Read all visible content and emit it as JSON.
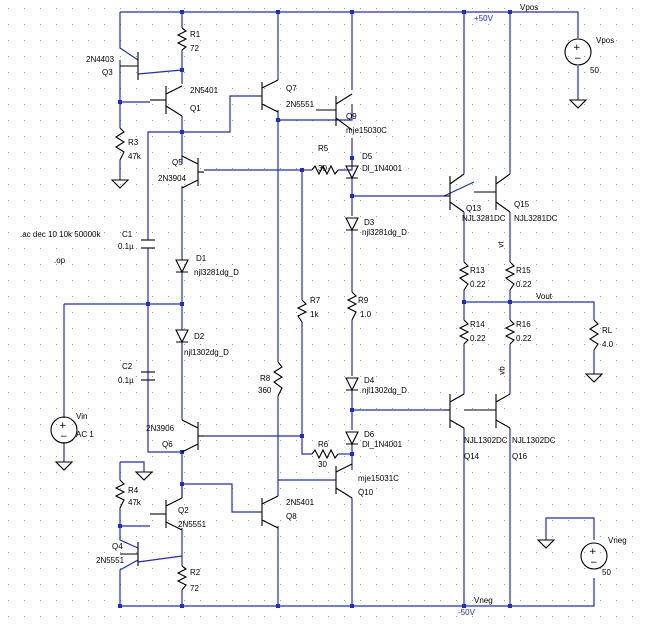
{
  "directives": {
    "ac": ".ac dec 10 10k 50000k",
    "op": ".op"
  },
  "supplies": {
    "vpos": {
      "net": "Vpos",
      "name": "Vpos",
      "value": "50",
      "rail": "+50V"
    },
    "vneg": {
      "net": "Vneg",
      "name": "Vneg",
      "value": "50",
      "rail": "-50V"
    },
    "vin": {
      "name": "Vin",
      "value": "AC 1"
    }
  },
  "nets": {
    "vout": "Vout",
    "vt": "vt",
    "vb": "vb"
  },
  "transistors": {
    "q1": {
      "ref": "Q1",
      "model": "2N5401"
    },
    "q2": {
      "ref": "Q2",
      "model": "2N5551"
    },
    "q3": {
      "ref": "Q3",
      "model": "2N4403"
    },
    "q4": {
      "ref": "Q4",
      "model": "2N5551"
    },
    "q5": {
      "ref": "Q5",
      "model": "2N3904"
    },
    "q6": {
      "ref": "Q6",
      "model": "2N3906"
    },
    "q7": {
      "ref": "Q7",
      "model": "2N5551"
    },
    "q8": {
      "ref": "Q8",
      "model": "2N5401"
    },
    "q9": {
      "ref": "Q9",
      "model": "mje15030C"
    },
    "q10": {
      "ref": "Q10",
      "model": "mje15031C"
    },
    "q13": {
      "ref": "Q13",
      "model": "NJL3281DC"
    },
    "q14": {
      "ref": "Q14",
      "model": "NJL1302DC"
    },
    "q15": {
      "ref": "Q15",
      "model": "NJL3281DC"
    },
    "q16": {
      "ref": "Q16",
      "model": "NJL1302DC"
    }
  },
  "resistors": {
    "r1": {
      "ref": "R1",
      "value": "72"
    },
    "r2": {
      "ref": "R2",
      "value": "72"
    },
    "r3": {
      "ref": "R3",
      "value": "47k"
    },
    "r4": {
      "ref": "R4",
      "value": "47k"
    },
    "r5": {
      "ref": "R5",
      "value": "30"
    },
    "r6": {
      "ref": "R6",
      "value": "30"
    },
    "r7": {
      "ref": "R7",
      "value": "1k"
    },
    "r8": {
      "ref": "R8",
      "value": "360"
    },
    "r9": {
      "ref": "R9",
      "value": "1.0"
    },
    "r13": {
      "ref": "R13",
      "value": "0.22"
    },
    "r14": {
      "ref": "R14",
      "value": "0.22"
    },
    "r15": {
      "ref": "R15",
      "value": "0.22"
    },
    "r16": {
      "ref": "R16",
      "value": "0.22"
    },
    "rl": {
      "ref": "RL",
      "value": "4.0"
    }
  },
  "capacitors": {
    "c1": {
      "ref": "C1",
      "value": "0.1µ"
    },
    "c2": {
      "ref": "C2",
      "value": "0.1µ"
    }
  },
  "diodes": {
    "d1": {
      "ref": "D1",
      "model": "njl3281dg_D"
    },
    "d2": {
      "ref": "D2",
      "model": "njl1302dg_D"
    },
    "d3": {
      "ref": "D3",
      "model": "njl3281dg_D"
    },
    "d4": {
      "ref": "D4",
      "model": "njl1302dg_D"
    },
    "d5": {
      "ref": "D5",
      "model": "Dl_1N4001"
    },
    "d6": {
      "ref": "D6",
      "model": "Dl_1N4001"
    }
  },
  "colors": {
    "wire": "#1b2bd6",
    "component": "#000000",
    "background": "#ffffff"
  }
}
